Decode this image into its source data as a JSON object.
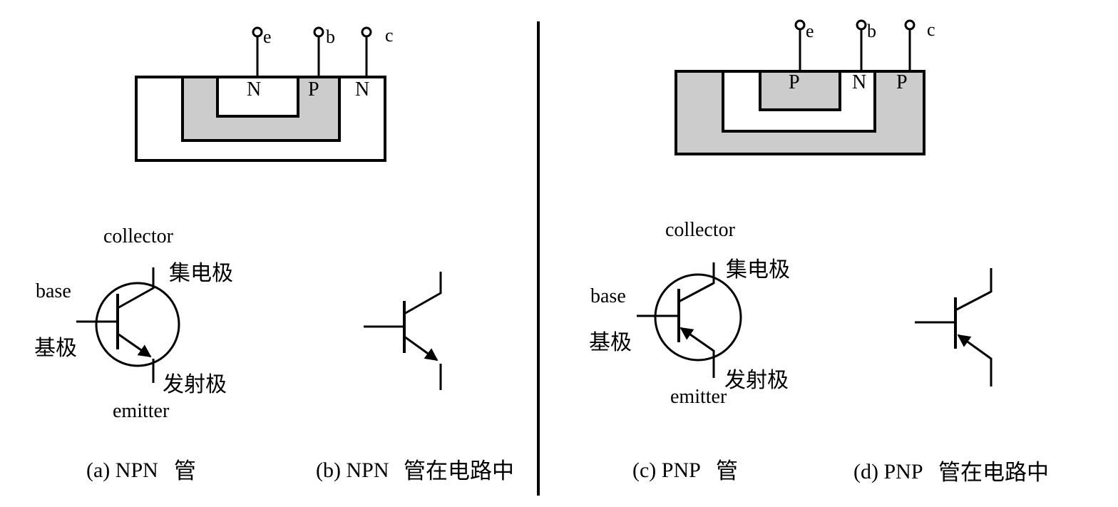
{
  "colors": {
    "line": "#000000",
    "doped_region": "#cccccc",
    "background": "#ffffff"
  },
  "npn_structure": {
    "terminals": {
      "e": "e",
      "b": "b",
      "c": "c"
    },
    "regions": {
      "emitter": "N",
      "base": "P",
      "collector": "N"
    }
  },
  "pnp_structure": {
    "terminals": {
      "e": "e",
      "b": "b",
      "c": "c"
    },
    "regions": {
      "emitter": "P",
      "base": "N",
      "collector": "P"
    }
  },
  "npn_symbol": {
    "collector_en": "collector",
    "collector_zh": "集电极",
    "base_en": "base",
    "base_zh": "基极",
    "emitter_zh": "发射极",
    "emitter_en": "emitter"
  },
  "pnp_symbol": {
    "collector_en": "collector",
    "collector_zh": "集电极",
    "base_en": "base",
    "base_zh": "基极",
    "emitter_zh": "发射极",
    "emitter_en": "emitter"
  },
  "captions": {
    "a_prefix": "(a) NPN",
    "a_suffix": "管",
    "b_prefix": "(b) NPN",
    "b_suffix": "管在电路中",
    "c_prefix": "(c) PNP",
    "c_suffix": "管",
    "d_prefix": "(d) PNP",
    "d_suffix": "管在电路中"
  }
}
